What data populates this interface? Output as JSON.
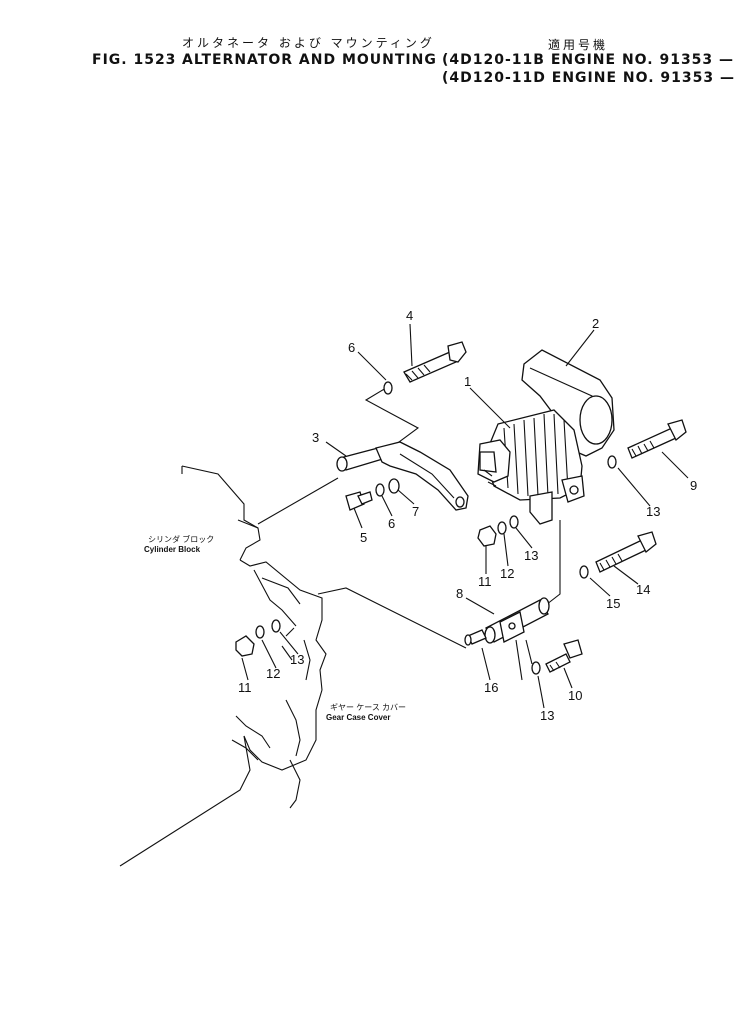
{
  "header": {
    "jp_title": "オルタネータ および マウンティング",
    "jp_applicable": "適用号機",
    "fig_label": "FIG. 1523",
    "title": "ALTERNATOR AND MOUNTING",
    "serial_line_1": "(4D120-11B ENGINE NO. 91353 — )",
    "serial_line_2": "(4D120-11D ENGINE NO. 91353 — )"
  },
  "labels": {
    "cylinder_block_jp": "シリンダ ブロック",
    "cylinder_block": "Cylinder Block",
    "gear_case_cover_jp": "ギヤー ケース カバー",
    "gear_case_cover": "Gear Case Cover"
  },
  "callouts": [
    {
      "id": "c1",
      "text": "1"
    },
    {
      "id": "c2",
      "text": "2"
    },
    {
      "id": "c3",
      "text": "3"
    },
    {
      "id": "c4",
      "text": "4"
    },
    {
      "id": "c5",
      "text": "5"
    },
    {
      "id": "c6a",
      "text": "6"
    },
    {
      "id": "c6b",
      "text": "6"
    },
    {
      "id": "c7",
      "text": "7"
    },
    {
      "id": "c8",
      "text": "8"
    },
    {
      "id": "c9",
      "text": "9"
    },
    {
      "id": "c10",
      "text": "10"
    },
    {
      "id": "c11a",
      "text": "11"
    },
    {
      "id": "c11b",
      "text": "11"
    },
    {
      "id": "c12a",
      "text": "12"
    },
    {
      "id": "c12b",
      "text": "12"
    },
    {
      "id": "c13a",
      "text": "13"
    },
    {
      "id": "c13b",
      "text": "13"
    },
    {
      "id": "c13c",
      "text": "13"
    },
    {
      "id": "c13d",
      "text": "13"
    },
    {
      "id": "c14",
      "text": "14"
    },
    {
      "id": "c15",
      "text": "15"
    },
    {
      "id": "c16",
      "text": "16"
    }
  ]
}
